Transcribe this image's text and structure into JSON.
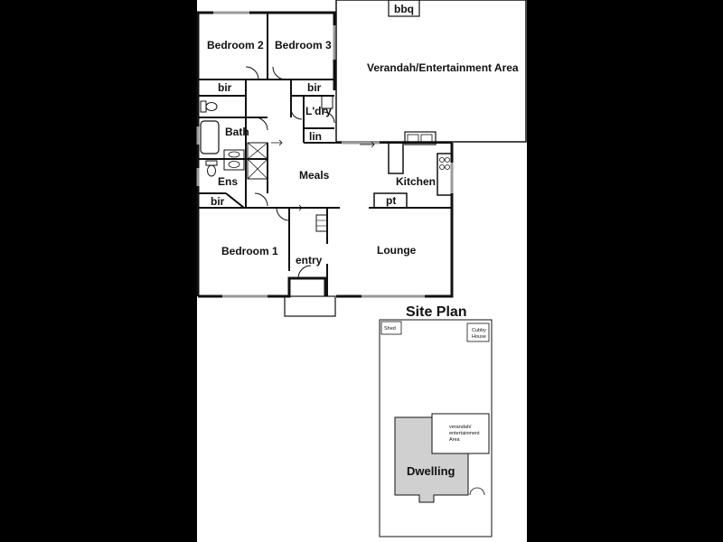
{
  "floorplan": {
    "rooms": {
      "bedroom2": "Bedroom 2",
      "bedroom3": "Bedroom 3",
      "verandah": "Verandah/Entertainment Area",
      "bbq": "bbq",
      "bir_bed2": "bir",
      "bir_bed3": "bir",
      "ldry": "L'dry",
      "lin": "lin",
      "bath": "Bath",
      "ens": "Ens",
      "bir_ens": "bir",
      "meals": "Meals",
      "kitchen": "Kitchen",
      "pt": "pt",
      "bedroom1": "Bedroom 1",
      "entry": "entry",
      "lounge": "Lounge"
    }
  },
  "site_plan": {
    "title": "Site Plan",
    "shed": "Shed",
    "cubby_line1": "Cubby",
    "cubby_line2": "House",
    "verandah_line1": "verandah/",
    "verandah_line2": "entertainment",
    "verandah_line3": "Area",
    "dwelling": "Dwelling"
  }
}
